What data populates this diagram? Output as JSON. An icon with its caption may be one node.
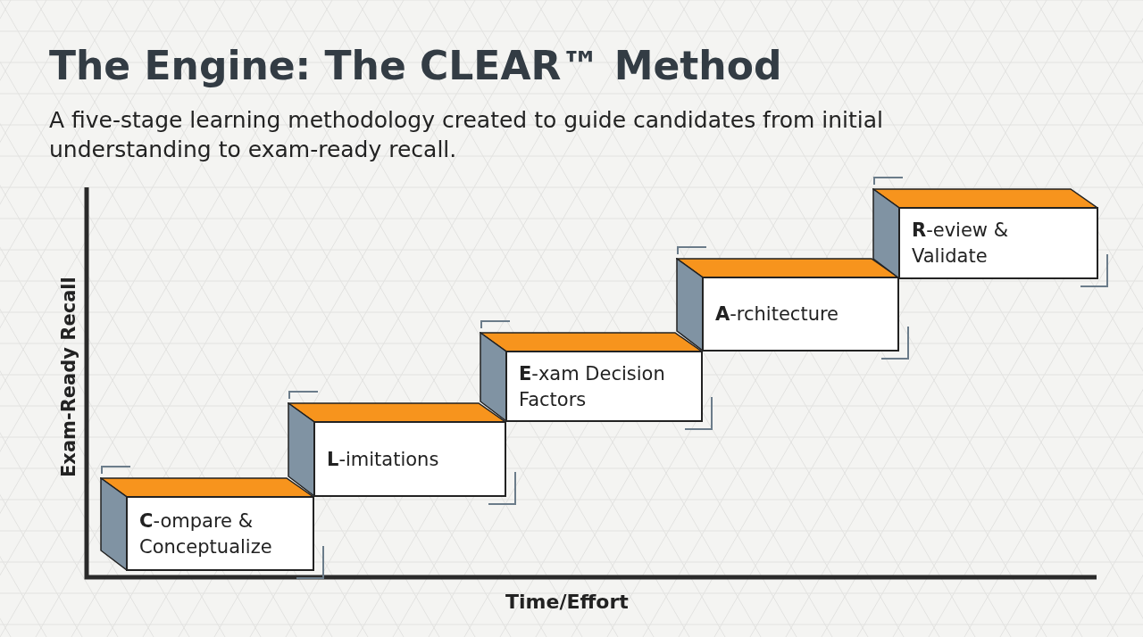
{
  "diagram": {
    "title": "The Engine: The CLEAR™ Method",
    "nodes": [
      {
        "text": [
          "**C**-ompare & Conceptualize"
        ]
      },
      {
        "text": [
          "**L**-imitations"
        ]
      },
      {
        "text": [
          "**E**-xam Decision Factors"
        ]
      },
      {
        "text": [
          "**A**-rchitecture"
        ]
      },
      {
        "text": [
          "**R**-eview & Validate"
        ]
      }
    ],
    "edges": [],
    "labels": [
      "A five-stage learning methodology created to guide candidates from initial understanding to exam-ready recall.",
      "Exam-Ready Recall",
      "Time/Effort"
    ]
  }
}
